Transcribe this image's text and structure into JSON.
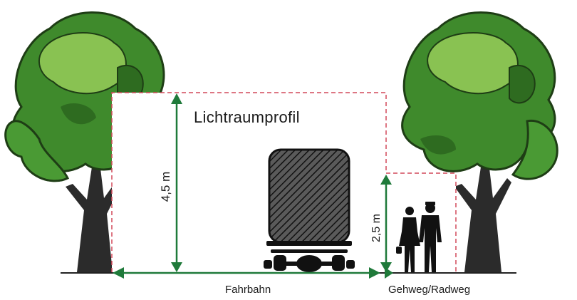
{
  "labels": {
    "profile_title": "Lichtraumprofil",
    "carriageway": "Fahrbahn",
    "sidewalk": "Gehweg/Radweg",
    "height_carriageway": "4,5 m",
    "height_sidewalk": "2,5 m"
  },
  "colors": {
    "dimension_green": "#1f7a3a",
    "clearance_dashed_red": "#d2495a",
    "tree_foliage_dark": "#3f8a2c",
    "tree_foliage_light": "#89c252",
    "tree_trunk": "#2c2c2c",
    "ground_line": "#222222"
  },
  "icons": [
    "tree-icon",
    "truck-icon",
    "pedestrians-icon"
  ]
}
